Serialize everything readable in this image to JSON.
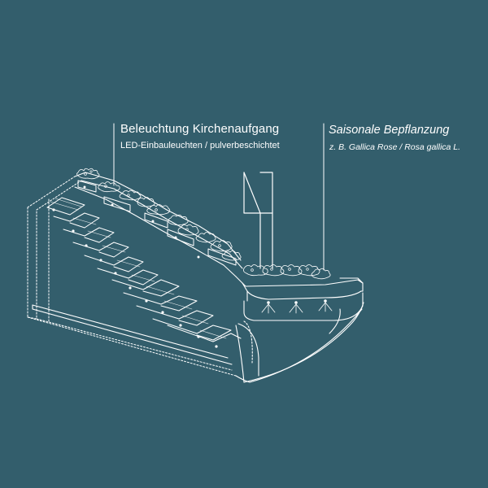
{
  "annotations": {
    "lighting": {
      "title": "Beleuchtung Kirchenaufgang",
      "subtitle": "LED-Einbauleuchten / pulverbeschichtet"
    },
    "planting": {
      "title": "Saisonale Bepflanzung",
      "subtitle": "z. B. Gallica Rose / Rosa gallica L."
    }
  },
  "colors": {
    "background": "#335e6c",
    "linework": "#ffffff"
  }
}
